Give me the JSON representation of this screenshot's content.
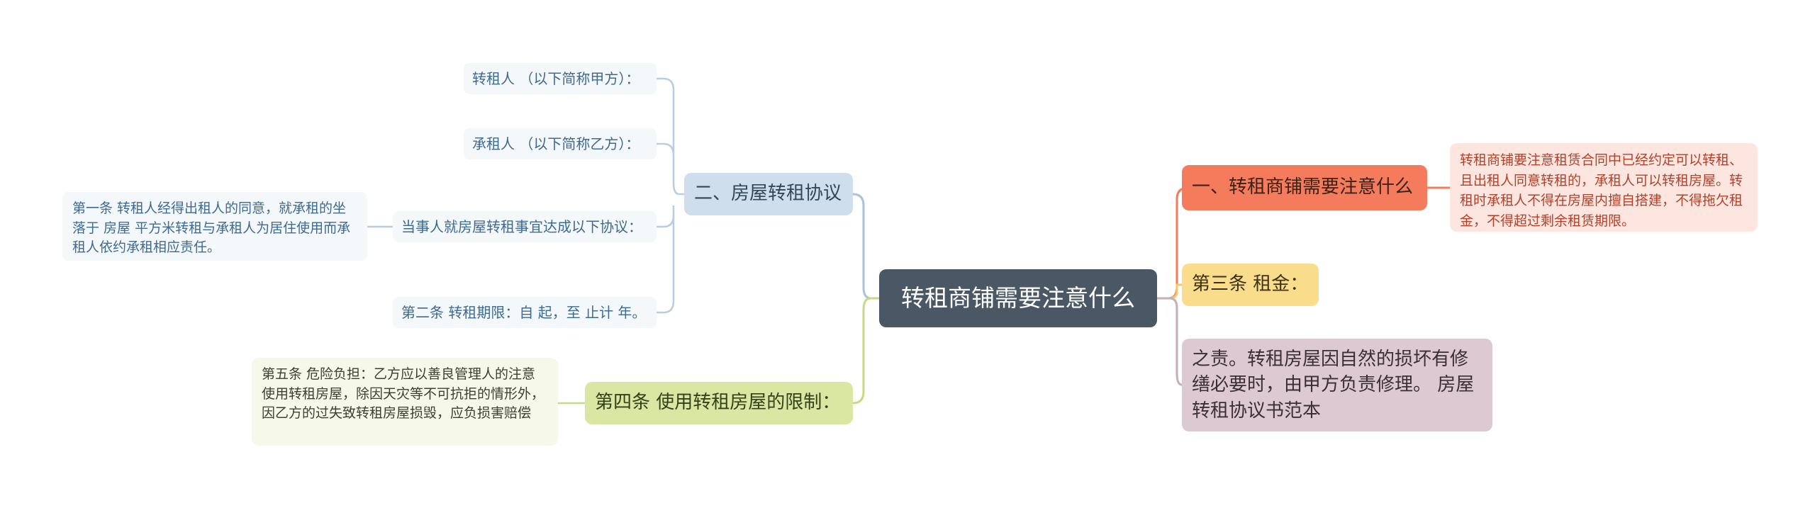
{
  "root": {
    "title": "转租商铺需要注意什么"
  },
  "right_branches": [
    {
      "label": "一、转租商铺需要注意什么",
      "detail": "转租商铺要注意租赁合同中已经约定可以转租、且出租人同意转租的，承租人可以转租房屋。转租时承租人不得在房屋内擅自搭建，不得拖欠租金，不得超过剩余租赁期限。"
    },
    {
      "label": "第三条 租金："
    },
    {
      "label": "之责。转租房屋因自然的损坏有修缮必要时，由甲方负责修理。 房屋转租协议书范本"
    }
  ],
  "left_branches": {
    "sublet_agreement": {
      "label": "二、房屋转租协议",
      "items": [
        "转租人 （以下简称甲方）：",
        "承租人 （以下简称乙方）：",
        "当事人就房屋转租事宜达成以下协议：",
        "第二条 转租期限：自 起，至 止计 年。"
      ],
      "article1": "第一条 转租人经得出租人的同意，就承租的坐落于 房屋 平方米转租与承租人为居住使用而承租人依约承租相应责任。"
    },
    "restriction": {
      "label": "第四条 使用转租房屋的限制：",
      "article5": "第五条 危险负担：乙方应以善良管理人的注意使用转租房屋，除因天灾等不可抗拒的情形外，因乙方的过失致转租房屋损毁，应负损害赔偿"
    }
  },
  "colors": {
    "root": "#4a5866",
    "branch_red": "#f47c5c",
    "branch_yellow": "#fadd8c",
    "branch_mauve": "#dcc9d1",
    "branch_blue": "#cfdeed",
    "branch_green": "#d9e7a2"
  }
}
